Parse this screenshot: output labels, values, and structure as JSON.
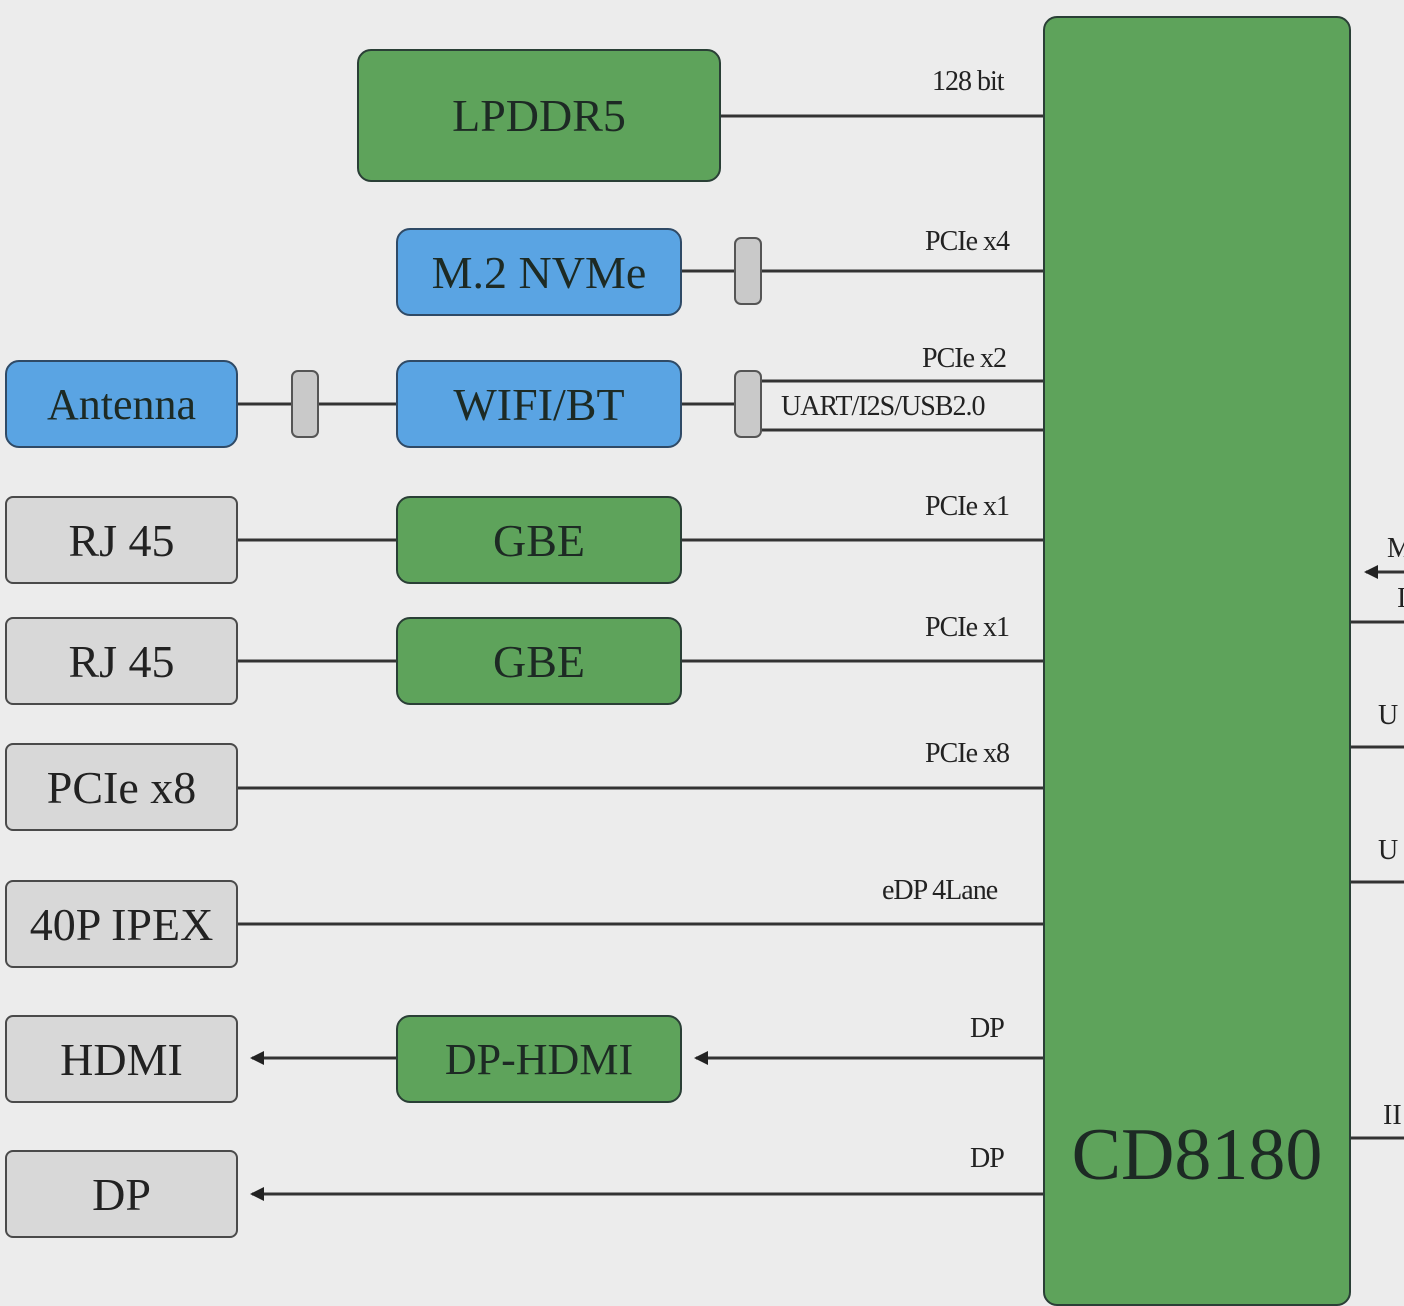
{
  "soc": {
    "label": "CD8180"
  },
  "blocks": {
    "lpddr5": "LPDDR5",
    "m2_nvme": "M.2 NVMe",
    "antenna": "Antenna",
    "wifi_bt": "WIFI/BT",
    "rj45_1": "RJ 45",
    "gbe_1": "GBE",
    "rj45_2": "RJ 45",
    "gbe_2": "GBE",
    "pcie_x8_slot": "PCIe x8",
    "ipex_40p": "40P IPEX",
    "hdmi": "HDMI",
    "dp_hdmi": "DP-HDMI",
    "dp_port": "DP"
  },
  "links": {
    "lpddr5": "128 bit",
    "nvme": "PCIe x4",
    "wifi_pcie": "PCIe x2",
    "wifi_uart": "UART/I2S/USB2.0",
    "gbe_1": "PCIe x1",
    "gbe_2": "PCIe x1",
    "pcie_slot": "PCIe x8",
    "edp": "eDP 4Lane",
    "dp_hdmi": "DP",
    "dp_port": "DP"
  },
  "right_labels": [
    "M",
    "I",
    "U",
    "U",
    "II"
  ],
  "colors": {
    "chip_green": "#5ea35b",
    "wireless_blue": "#5aa4e3",
    "connector_gray": "#d8d8d8",
    "line": "#333333"
  }
}
